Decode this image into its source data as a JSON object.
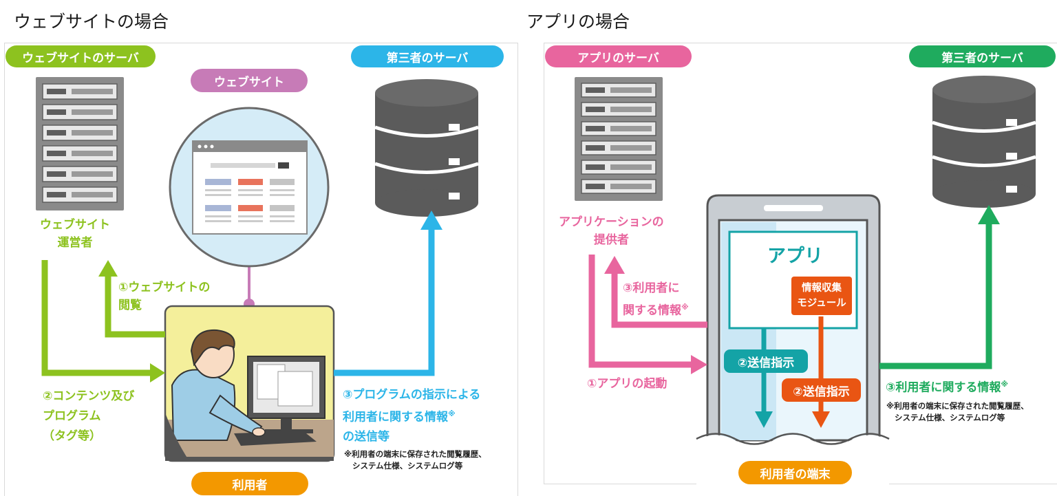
{
  "left": {
    "heading": "ウェブサイトの場合",
    "site_server_label": "ウェブサイトのサーバ",
    "website_label": "ウェブサイト",
    "third_party_label": "第三者のサーバ",
    "operator_label_1": "ウェブサイト",
    "operator_label_2": "運営者",
    "step1_line1": "①ウェブサイトの",
    "step1_line2": "閲覧",
    "step2_line1": "②コンテンツ及び",
    "step2_line2": "プログラム",
    "step2_line3": "（タグ等）",
    "step3_line1": "③プログラムの指示による",
    "step3_line2": "利用者に関する情報",
    "step3_mark": "※",
    "step3_line3": "の送信等",
    "note_line1": "※利用者の端末に保存された閲覧履歴、",
    "note_line2": "システム仕様、システムログ等",
    "user_label": "利用者"
  },
  "right": {
    "heading": "アプリの場合",
    "app_server_label": "アプリのサーバ",
    "third_party_label": "第三者のサーバ",
    "provider_label_1": "アプリケーションの",
    "provider_label_2": "提供者",
    "step3a_line1": "③利用者に",
    "step3a_line2": "関する情報",
    "step3a_mark": "※",
    "app_title": "アプリ",
    "module_line1": "情報収集",
    "module_line2": "モジュール",
    "send_instr_teal": "②送信指示",
    "send_instr_orange": "②送信指示",
    "step1": "①アプリの起動",
    "step3b": "③利用者に関する情報",
    "step3b_mark": "※",
    "note_line1": "※利用者の端末に保存された閲覧履歴、",
    "note_line2": "システム仕様、システムログ等",
    "device_label": "利用者の端末"
  },
  "colors": {
    "green_lime": "#8dc21f",
    "pink_purple": "#c77bb7",
    "cyan": "#2cb5e8",
    "pink": "#e8659e",
    "green": "#1fab5e",
    "teal": "#14a3a6",
    "orange": "#e95513",
    "label_orange": "#f39800"
  }
}
